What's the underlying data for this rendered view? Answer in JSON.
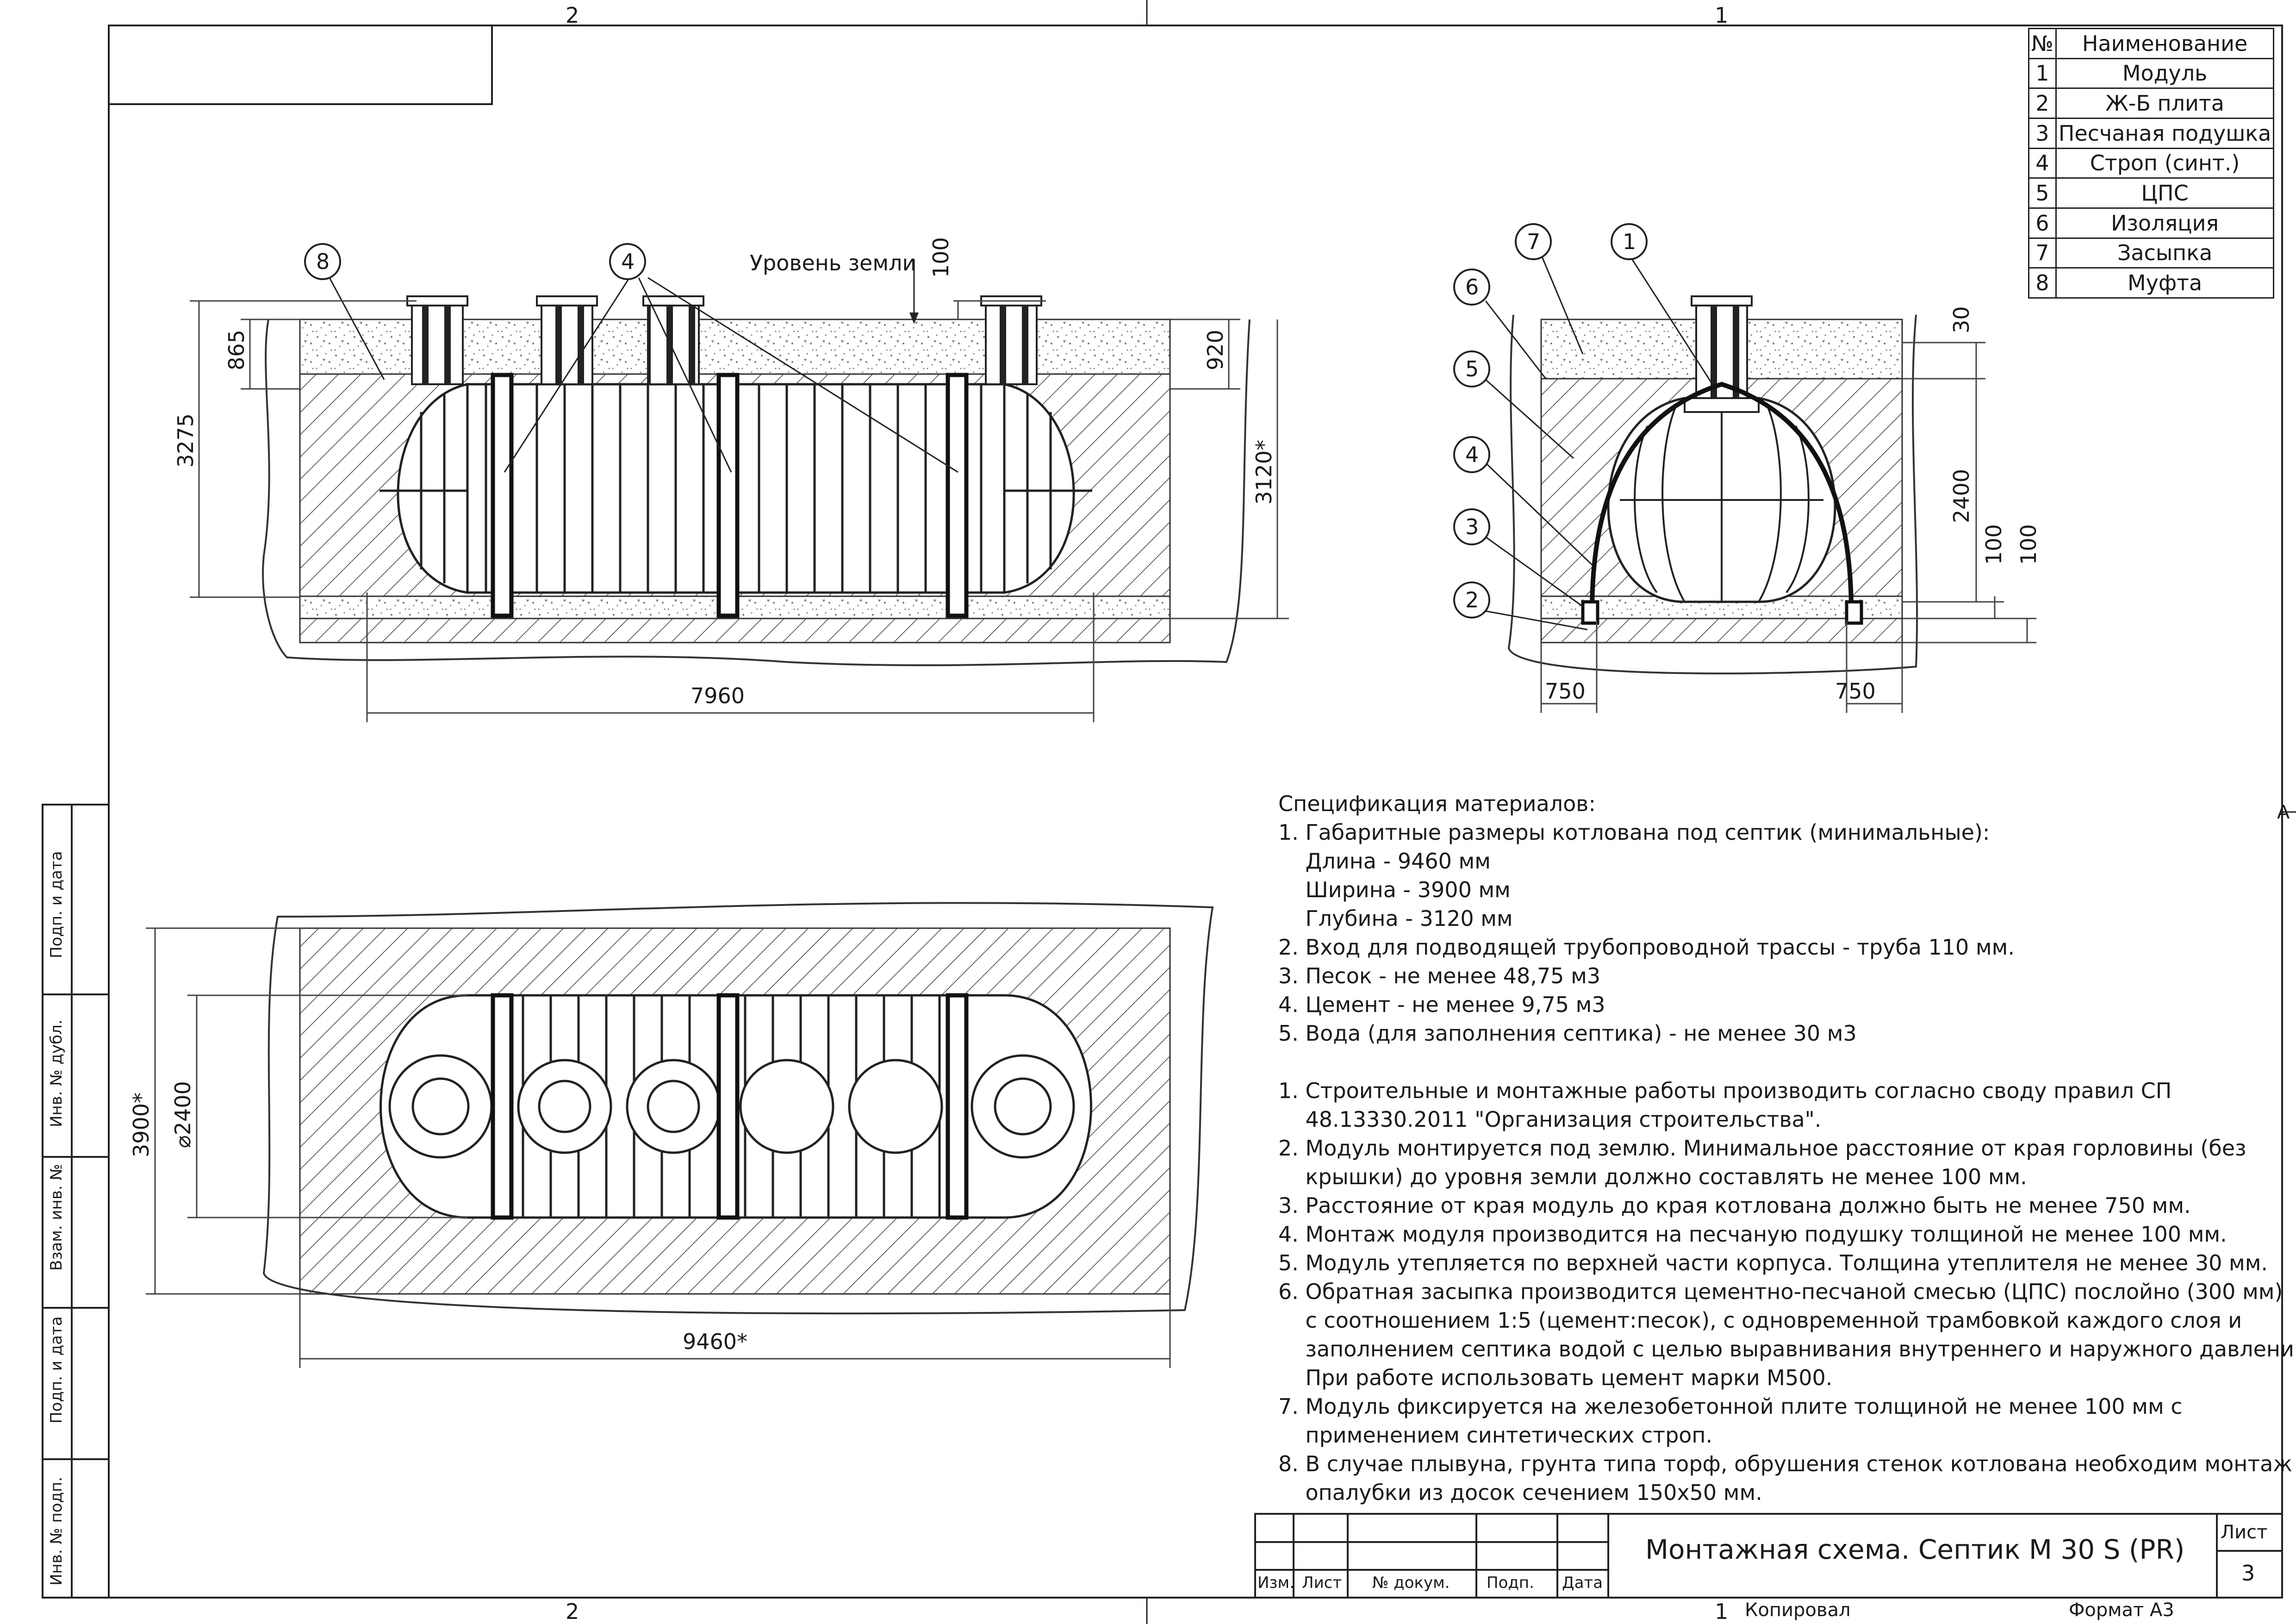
{
  "frame": {
    "zone_top_left": "2",
    "zone_top_right": "1",
    "zone_bottom_left": "2",
    "zone_bottom_right": "1",
    "zone_side": "A"
  },
  "side_stamp": [
    "Подп. и дата",
    "Инв. № дубл.",
    "Взам. инв. №",
    "Подп. и дата",
    "Инв. № подп."
  ],
  "legend": {
    "header_no": "№",
    "header_name": "Наименование",
    "rows": [
      {
        "no": "1",
        "name": "Модуль"
      },
      {
        "no": "2",
        "name": "Ж-Б плита"
      },
      {
        "no": "3",
        "name": "Песчаная подушка"
      },
      {
        "no": "4",
        "name": "Строп (синт.)"
      },
      {
        "no": "5",
        "name": "ЦПС"
      },
      {
        "no": "6",
        "name": "Изоляция"
      },
      {
        "no": "7",
        "name": "Засыпка"
      },
      {
        "no": "8",
        "name": "Муфта"
      }
    ]
  },
  "side_view": {
    "ground_label": "Уровень земли",
    "dims": {
      "d100": "100",
      "d865": "865",
      "d3275": "3275",
      "d920": "920",
      "d3120": "3120*",
      "d7960": "7960"
    },
    "callouts": [
      "8",
      "4"
    ]
  },
  "section_view": {
    "dims": {
      "d30": "30",
      "d2400": "2400",
      "d100a": "100",
      "d100b": "100",
      "d750l": "750",
      "d750r": "750"
    },
    "callouts": [
      "7",
      "1",
      "6",
      "5",
      "4",
      "3",
      "2"
    ]
  },
  "plan_view": {
    "dims": {
      "d3900": "3900*",
      "d2400": "⌀2400",
      "d9460": "9460*"
    }
  },
  "notes": {
    "spec_title": "Спецификация материалов:",
    "spec": [
      "1. Габаритные размеры котлована под септик (минимальные):",
      "    Длина - 9460 мм",
      "    Ширина - 3900 мм",
      "    Глубина - 3120 мм",
      "2. Вход для подводящей трубопроводной трассы - труба 110 мм.",
      "3. Песок - не менее 48,75 м3",
      "4. Цемент - не менее 9,75 м3",
      "5. Вода (для заполнения септика) - не менее 30 м3"
    ],
    "instructions": [
      "1. Строительные и монтажные работы производить согласно своду правил СП",
      "    48.13330.2011 \"Организация строительства\".",
      "2. Модуль монтируется под землю. Минимальное расстояние от края горловины (без",
      "    крышки) до уровня земли должно составлять не менее 100 мм.",
      "3. Расстояние от края модуль до края котлована должно быть не менее 750 мм.",
      "4. Монтаж модуля производится на песчаную подушку толщиной не менее 100 мм.",
      "5. Модуль утепляется по верхней части корпуса. Толщина утеплителя не менее 30 мм.",
      "6. Обратная засыпка производится цементно-песчаной смесью (ЦПС) послойно (300 мм)",
      "    с соотношением 1:5 (цемент:песок), с одновременной трамбовкой каждого слоя и",
      "    заполнением септика водой с целью выравнивания внутреннего и наружного давлений.",
      "    При работе использовать цемент марки М500.",
      "7. Модуль фиксируется  на железобетонной плите толщиной не менее 100 мм с",
      "    применением синтетических строп.",
      "8. В случае плывуна, грунта типа торф, обрушения стенок котлована необходим монтаж",
      "    опалубки из досок сечением 150х50 мм."
    ]
  },
  "title_block": {
    "title": "Монтажная схема. Септик М 30 S (PR)",
    "sheet_label": "Лист",
    "sheet_no": "3",
    "col_izm": "Изм.",
    "col_list": "Лист",
    "col_doc": "№ докум.",
    "col_sign": "Подп.",
    "col_date": "Дата",
    "copied": "Копировал",
    "format": "Формат А3"
  }
}
